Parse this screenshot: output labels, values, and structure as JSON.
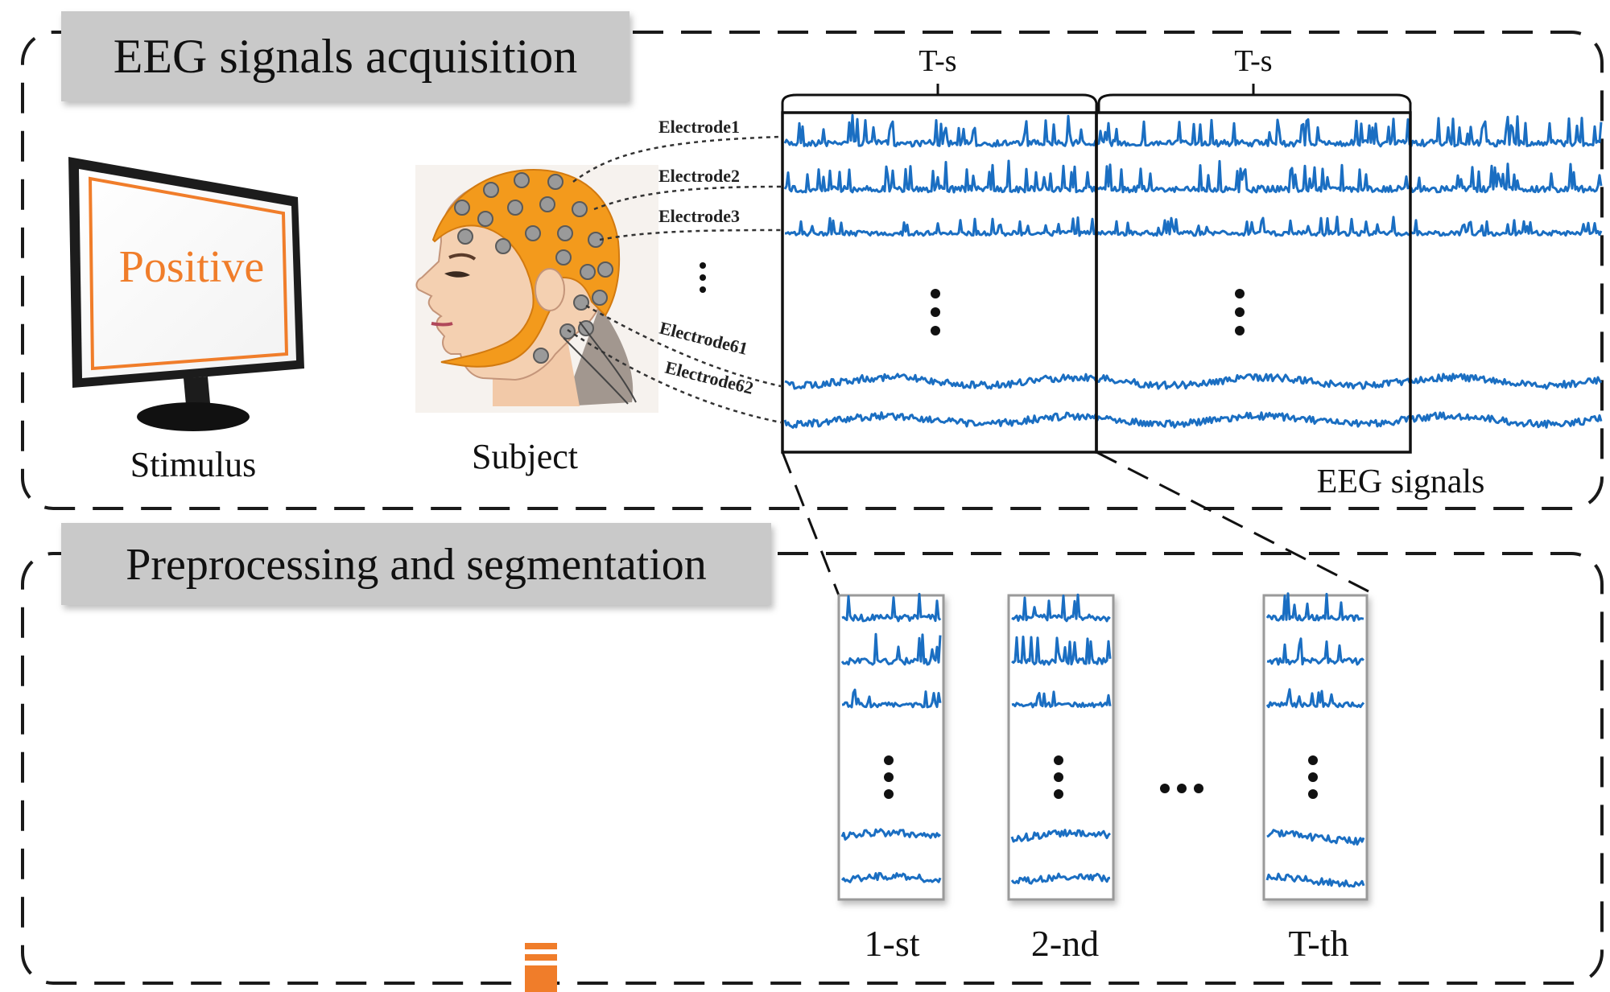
{
  "acquisition": {
    "title": "EEG signals acquisition",
    "stimulus": {
      "screen_text": "Positive",
      "label": "Stimulus"
    },
    "subject": {
      "label": "Subject"
    },
    "electrodes": [
      "Electrode1",
      "Electrode2",
      "Electrode3",
      "Electrode61",
      "Electrode62"
    ],
    "window_labels": [
      "T-s",
      "T-s"
    ],
    "signals_label": "EEG signals"
  },
  "segmentation": {
    "title": "Preprocessing and segmentation",
    "segments": [
      "1-st",
      "2-nd",
      "T-th"
    ]
  },
  "colors": {
    "signal": "#1a6ec2",
    "accent": "#f07d2a",
    "cap": "#f39a1c",
    "header_bg": "#c9c9c9",
    "frame": "#1a1a1a"
  },
  "icons": [
    "monitor-icon",
    "subject-head-icon",
    "vertical-ellipsis-icon",
    "horizontal-ellipsis-icon"
  ]
}
